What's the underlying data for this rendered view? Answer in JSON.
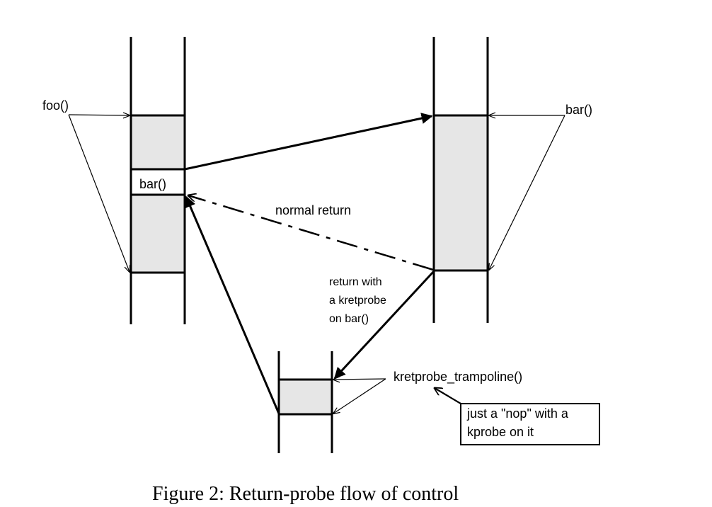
{
  "labels": {
    "foo": "foo()",
    "bar_in_foo": "bar()",
    "bar_right": "bar()",
    "normal_return": "normal return",
    "kret_line1": "return with",
    "kret_line2": "a kretprobe",
    "kret_line3": "on bar()",
    "trampoline": "kretprobe_trampoline()",
    "note_line1": "just a \"nop\" with a",
    "note_line2": "kprobe on it"
  },
  "caption": "Figure 2: Return-probe flow of control",
  "colors": {
    "frame_fill": "#e6e6e6",
    "line": "#000000",
    "background": "#ffffff"
  }
}
